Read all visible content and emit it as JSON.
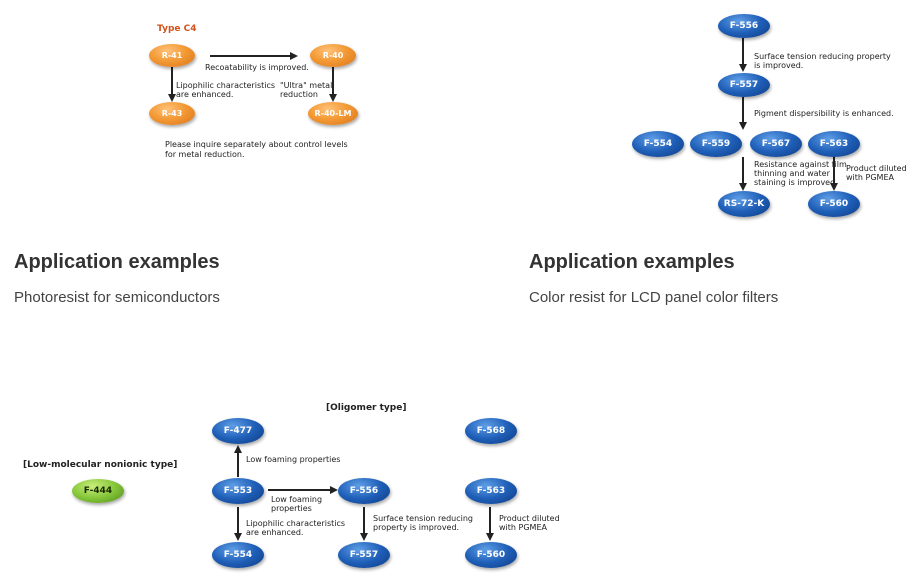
{
  "left_diagram": {
    "title": "Type C4",
    "nodes": {
      "r41": "R-41",
      "r40": "R-40",
      "r43": "R-43",
      "r40lm": "R-40-LM"
    },
    "labels": {
      "recoat": "Recoatability is improved.",
      "lipo": "Lipophilic characteristics\nare enhanced.",
      "ultra": "\"Ultra\" metal\nreduction",
      "note": "Please inquire separately about control levels\nfor metal reduction."
    }
  },
  "right_diagram": {
    "nodes": {
      "f556": "F-556",
      "f557": "F-557",
      "f554": "F-554",
      "f559": "F-559",
      "f567": "F-567",
      "f563": "F-563",
      "rs72k": "RS-72-K",
      "f560": "F-560"
    },
    "labels": {
      "surface": "Surface tension reducing property\nis improved.",
      "pigment": "Pigment dispersibility is enhanced.",
      "resist": "Resistance against film\nthinning and water\nstaining is improved.",
      "pgmea": "Product diluted\nwith PGMEA"
    }
  },
  "sections": [
    {
      "heading": "Application examples",
      "subtitle": "Photoresist for semiconductors"
    },
    {
      "heading": "Application examples",
      "subtitle": "Color resist for LCD panel color filters"
    }
  ],
  "bottom_diagram": {
    "oligomer_title": "[Oligomer type]",
    "lowmol_title": "[Low-molecular nonionic type]",
    "nodes": {
      "f444": "F-444",
      "f477": "F-477",
      "f553": "F-553",
      "f554": "F-554",
      "f556": "F-556",
      "f557": "F-557",
      "f568": "F-568",
      "f563": "F-563",
      "f560": "F-560"
    },
    "labels": {
      "foaming_up": "Low foaming properties",
      "foaming_right": "Low foaming\nproperties",
      "lipo": "Lipophilic characteristics\nare enhanced.",
      "surface": "Surface tension reducing\nproperty is improved.",
      "pgmea": "Product diluted\nwith PGMEA"
    }
  },
  "colors": {
    "orange": "#f39a35",
    "blue": "#1f5fb8",
    "green": "#86c63a",
    "type_title": "#d2521c"
  }
}
